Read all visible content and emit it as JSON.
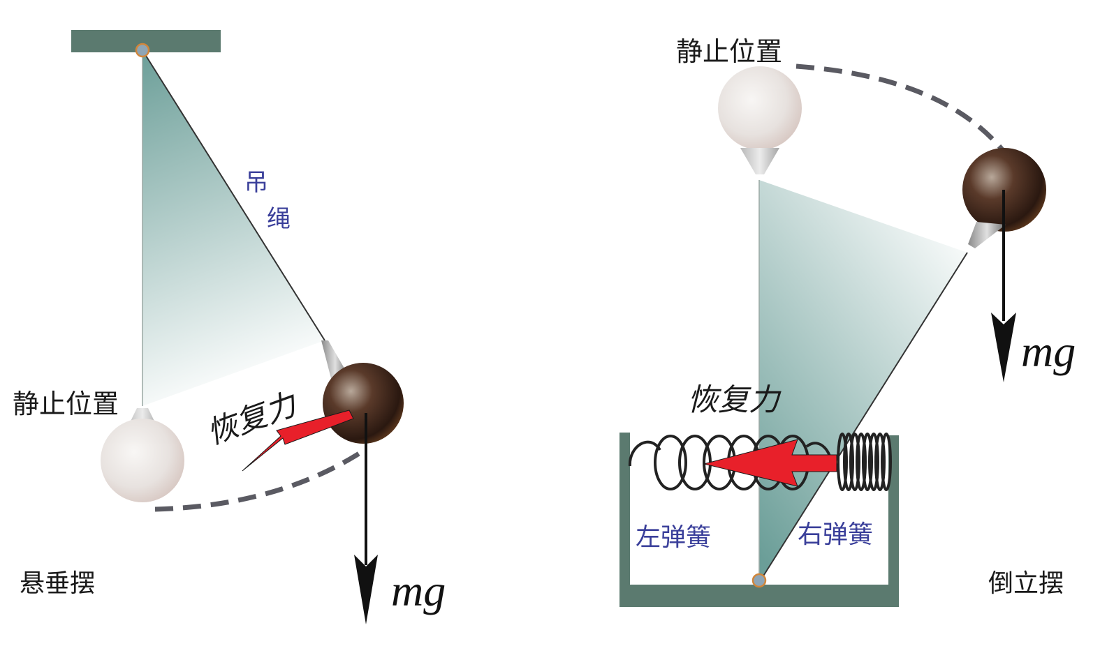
{
  "colors": {
    "support": "#5b7a6f",
    "shade": "#6b9e98",
    "arrow_red": "#e8202a",
    "label_blue": "#3a3f9a",
    "label_black": "#1a1a1a",
    "dash": "#5a5a62",
    "spring": "#222222"
  },
  "left": {
    "rest_label": "静止位置",
    "rope_label_1": "吊",
    "rope_label_2": "绳",
    "restoring_label": "恢复力",
    "weight_label": "mg",
    "caption": "悬垂摆"
  },
  "right": {
    "rest_label": "静止位置",
    "restoring_label": "恢复力",
    "weight_label": "mg",
    "left_spring_label": "左弹簧",
    "right_spring_label": "右弹簧",
    "caption": "倒立摆"
  }
}
